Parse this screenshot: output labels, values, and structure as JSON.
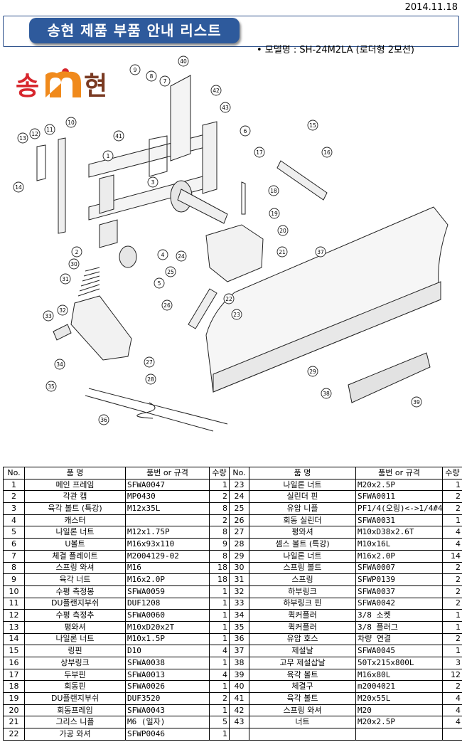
{
  "date": "2014.11.18",
  "title": "송현 제품 부품 안내 리스트",
  "model": "• 모델명 : SH-24M2LA (로더형 2모션)",
  "logo": {
    "syllable1": "송",
    "syllable3": "현",
    "colors": {
      "red": "#d7262d",
      "orange": "#f08a1c",
      "brown": "#7a3a22"
    }
  },
  "table": {
    "headers": {
      "no": "No.",
      "name": "품   명",
      "spec": "품번 or 규격",
      "qty": "수량"
    },
    "left": [
      {
        "no": "1",
        "name": "메인 프레임",
        "spec": "SFWA0047",
        "qty": "1"
      },
      {
        "no": "2",
        "name": "각관 캡",
        "spec": "MP0430",
        "qty": "2"
      },
      {
        "no": "3",
        "name": "육각 볼트 (특강)",
        "spec": "M12x35L",
        "qty": "8"
      },
      {
        "no": "4",
        "name": "캐스터",
        "spec": "",
        "qty": "2"
      },
      {
        "no": "5",
        "name": "나일론 너트",
        "spec": "M12x1.75P",
        "qty": "8"
      },
      {
        "no": "6",
        "name": "U볼트",
        "spec": "M16x93x110",
        "qty": "9"
      },
      {
        "no": "7",
        "name": "체결 플레이트",
        "spec": "M2004129-02",
        "qty": "8"
      },
      {
        "no": "8",
        "name": "스프링 와셔",
        "spec": "M16",
        "qty": "18"
      },
      {
        "no": "9",
        "name": "육각 너트",
        "spec": "M16x2.0P",
        "qty": "18"
      },
      {
        "no": "10",
        "name": "수평 측정봉",
        "spec": "SFWA0059",
        "qty": "1"
      },
      {
        "no": "11",
        "name": "DU플랜지부쉬",
        "spec": "DUF1208",
        "qty": "1"
      },
      {
        "no": "12",
        "name": "수평 측정추",
        "spec": "SFWA0060",
        "qty": "1"
      },
      {
        "no": "13",
        "name": "평와셔",
        "spec": "M10xD20x2T",
        "qty": "1"
      },
      {
        "no": "14",
        "name": "나일론 너트",
        "spec": "M10x1.5P",
        "qty": "1"
      },
      {
        "no": "15",
        "name": "링핀",
        "spec": "D10",
        "qty": "4"
      },
      {
        "no": "16",
        "name": "상부링크",
        "spec": "SFWA0038",
        "qty": "1"
      },
      {
        "no": "17",
        "name": "두부핀",
        "spec": "SFWA0013",
        "qty": "4"
      },
      {
        "no": "18",
        "name": "회동핀",
        "spec": "SFWA0026",
        "qty": "1"
      },
      {
        "no": "19",
        "name": "DU플랜지부쉬",
        "spec": "DUF3520",
        "qty": "2"
      },
      {
        "no": "20",
        "name": "회동프레임",
        "spec": "SFWA0043",
        "qty": "1"
      },
      {
        "no": "21",
        "name": "그리스 니플",
        "spec": "M6 (일자)",
        "qty": "5"
      },
      {
        "no": "22",
        "name": "가공 와셔",
        "spec": "SFWP0046",
        "qty": "1"
      }
    ],
    "right": [
      {
        "no": "23",
        "name": "나일론 너트",
        "spec": "M20x2.5P",
        "qty": "1"
      },
      {
        "no": "24",
        "name": "실린더 핀",
        "spec": "SFWA0011",
        "qty": "2"
      },
      {
        "no": "25",
        "name": "유압 니플",
        "spec": "PF1/4(오링)<->1/4#4",
        "qty": "2"
      },
      {
        "no": "26",
        "name": "회동 실린더",
        "spec": "SFWA0031",
        "qty": "1"
      },
      {
        "no": "27",
        "name": "평와셔",
        "spec": "M10xD38x2.6T",
        "qty": "4"
      },
      {
        "no": "28",
        "name": "셈스 볼트 (특강)",
        "spec": "M10x16L",
        "qty": "4"
      },
      {
        "no": "29",
        "name": "나일론 너트",
        "spec": "M16x2.0P",
        "qty": "14"
      },
      {
        "no": "30",
        "name": "스프링 볼트",
        "spec": "SFWA0007",
        "qty": "2"
      },
      {
        "no": "31",
        "name": "스프링",
        "spec": "SFWP0139",
        "qty": "2"
      },
      {
        "no": "32",
        "name": "하부링크",
        "spec": "SFWA0037",
        "qty": "2"
      },
      {
        "no": "33",
        "name": "하부링크 핀",
        "spec": "SFWA0042",
        "qty": "2"
      },
      {
        "no": "34",
        "name": "퀵커플러",
        "spec": "3/8 소켓",
        "qty": "1"
      },
      {
        "no": "35",
        "name": "퀵커플러",
        "spec": "3/8 플러그",
        "qty": "1"
      },
      {
        "no": "36",
        "name": "유압 호스",
        "spec": "차량 연결",
        "qty": "2"
      },
      {
        "no": "37",
        "name": "제설날",
        "spec": "SFWA0045",
        "qty": "1"
      },
      {
        "no": "38",
        "name": "고무 제설삽날",
        "spec": "50Tx215x800L",
        "qty": "3"
      },
      {
        "no": "39",
        "name": "육각 볼트",
        "spec": "M16x80L",
        "qty": "12"
      },
      {
        "no": "40",
        "name": "체결구",
        "spec": "m2004021",
        "qty": "2"
      },
      {
        "no": "41",
        "name": "육각 볼트",
        "spec": "M20x55L",
        "qty": "4"
      },
      {
        "no": "42",
        "name": "스프링 와셔",
        "spec": "M20",
        "qty": "4"
      },
      {
        "no": "43",
        "name": "너트",
        "spec": "M20x2.5P",
        "qty": "4"
      }
    ]
  },
  "callouts": [
    "1",
    "2",
    "3",
    "4",
    "5",
    "6",
    "7",
    "8",
    "9",
    "10",
    "11",
    "12",
    "13",
    "14",
    "15",
    "16",
    "17",
    "18",
    "19",
    "20",
    "21",
    "22",
    "23",
    "24",
    "25",
    "26",
    "27",
    "28",
    "29",
    "30",
    "31",
    "32",
    "33",
    "34",
    "35",
    "36",
    "37",
    "38",
    "39",
    "40",
    "41",
    "42",
    "43"
  ]
}
